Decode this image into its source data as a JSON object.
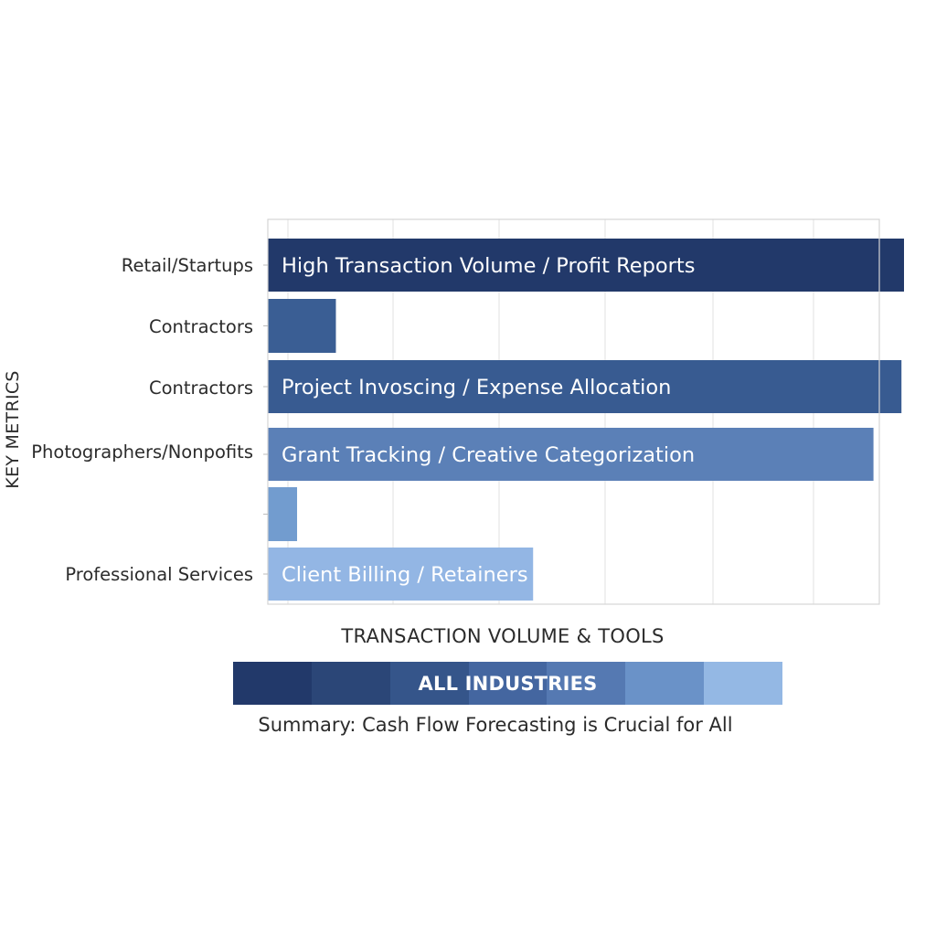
{
  "chart_data": {
    "type": "bar",
    "orientation": "horizontal",
    "ylabel": "KEY METRICS",
    "xlabel": "TRANSACTION VOLUME & TOOLS",
    "grid": true,
    "xlim": [
      0,
      100
    ],
    "bars": [
      {
        "category": "Retail/Startups",
        "value": 100,
        "label": "High Transaction Volume / Profit Reports",
        "color": "#22396a"
      },
      {
        "category": "Contractors",
        "value": 10.7,
        "label": "",
        "color": "#3a5e94"
      },
      {
        "category": "Contractors",
        "value": 99.6,
        "label": "Project Invoscing / Expense Allocation",
        "color": "#385b91"
      },
      {
        "category": "Photographers/Nonpofits",
        "value": 95.2,
        "label": "Grant Tracking / Creative Categorization",
        "color": "#5b80b7"
      },
      {
        "category": "",
        "value": 4.6,
        "label": "",
        "color": "#729ccf"
      },
      {
        "category": "Professional Services",
        "value": 41.7,
        "label": "Client Billing / Retainers",
        "color": "#93b6e4"
      }
    ],
    "legend": {
      "label": "ALL INDUSTRIES",
      "colors": [
        "#22396a",
        "#2b4677",
        "#35558a",
        "#4466a0",
        "#5579b2",
        "#6a92c8",
        "#94b8e4"
      ]
    },
    "summary": "Summary: Cash Flow Forecasting is Crucial for All"
  }
}
